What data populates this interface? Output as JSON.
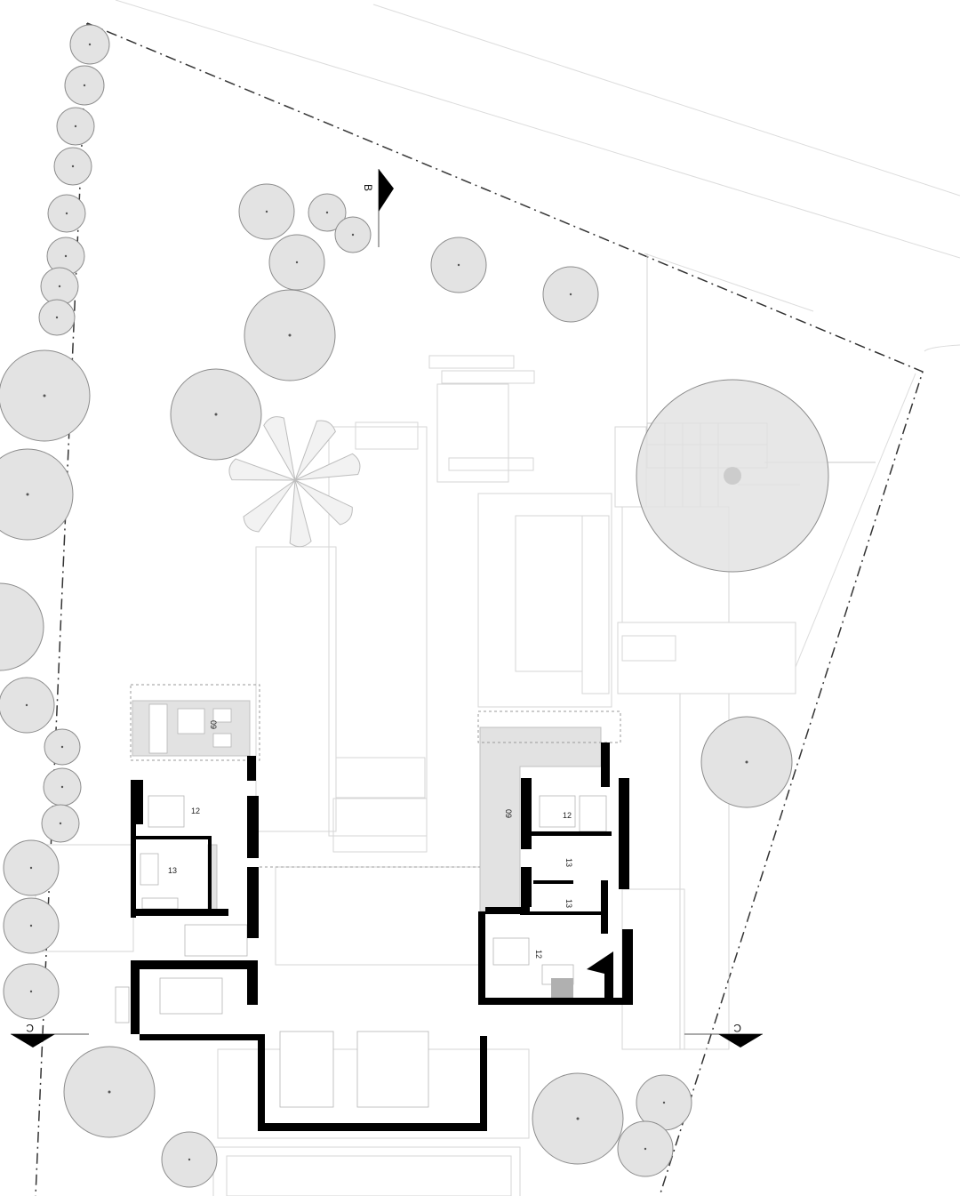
{
  "colors": {
    "wall": "#000000",
    "tree_fill": "#e4e4e4",
    "tree_stroke": "#8a8a8a",
    "boundary": "#333333",
    "faint_line": "#d8d8d8",
    "shaded_room": "#e2e2e2",
    "palm": "#f0f0f0"
  },
  "icons": [
    "section-marker-icon",
    "tree-icon",
    "palm-tree-icon"
  ],
  "section_marks": {
    "b": "B",
    "c_left": "C",
    "c_right": "C"
  },
  "room_labels": {
    "west_terrace": "09",
    "west_bedroom": "12",
    "west_bath": "13",
    "east_terrace": "09",
    "east_bedroom_upper": "12",
    "east_bath_a": "13",
    "east_bath_b": "13",
    "east_bedroom_lower": "12"
  }
}
